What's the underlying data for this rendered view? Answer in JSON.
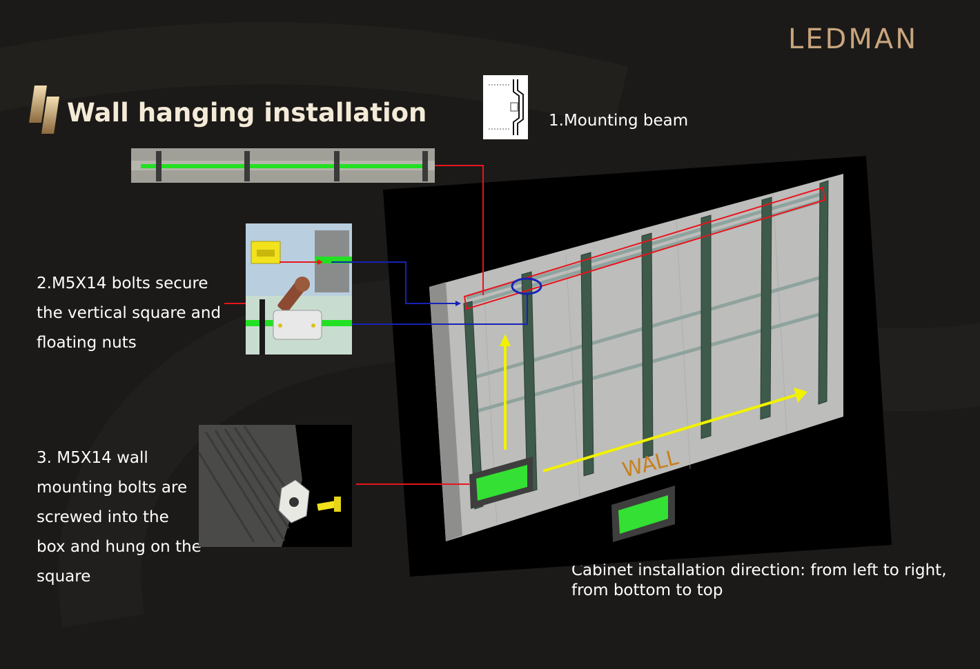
{
  "brand": {
    "logo_text": "LEDMAN"
  },
  "page": {
    "title": "Wall hanging installation"
  },
  "steps": {
    "mounting_beam": "1.Mounting beam",
    "bolts_square": "2.M5X14 bolts secure the vertical square and floating nuts",
    "wall_bolts": "3. M5X14 wall mounting bolts are screwed into the box and hung on the square"
  },
  "direction_note": "Cabinet installation direction: from left to right, from bottom to top",
  "scene": {
    "wall_label": "WALL"
  },
  "colors": {
    "background": "#1c1a18",
    "brand_gold": "#c8a57e",
    "title_text": "#f4ead8",
    "callout_red": "#e8141c",
    "callout_blue": "#1622b8",
    "arrow_yellow": "#f2f200",
    "rail_green": "#22e022",
    "module_green": "#33e033"
  },
  "icons": [
    "title-accent-icon",
    "beam-profile-icon",
    "bolt-icon",
    "floating-nut-icon",
    "cabinet-module-icon",
    "mounting-plate-icon"
  ]
}
